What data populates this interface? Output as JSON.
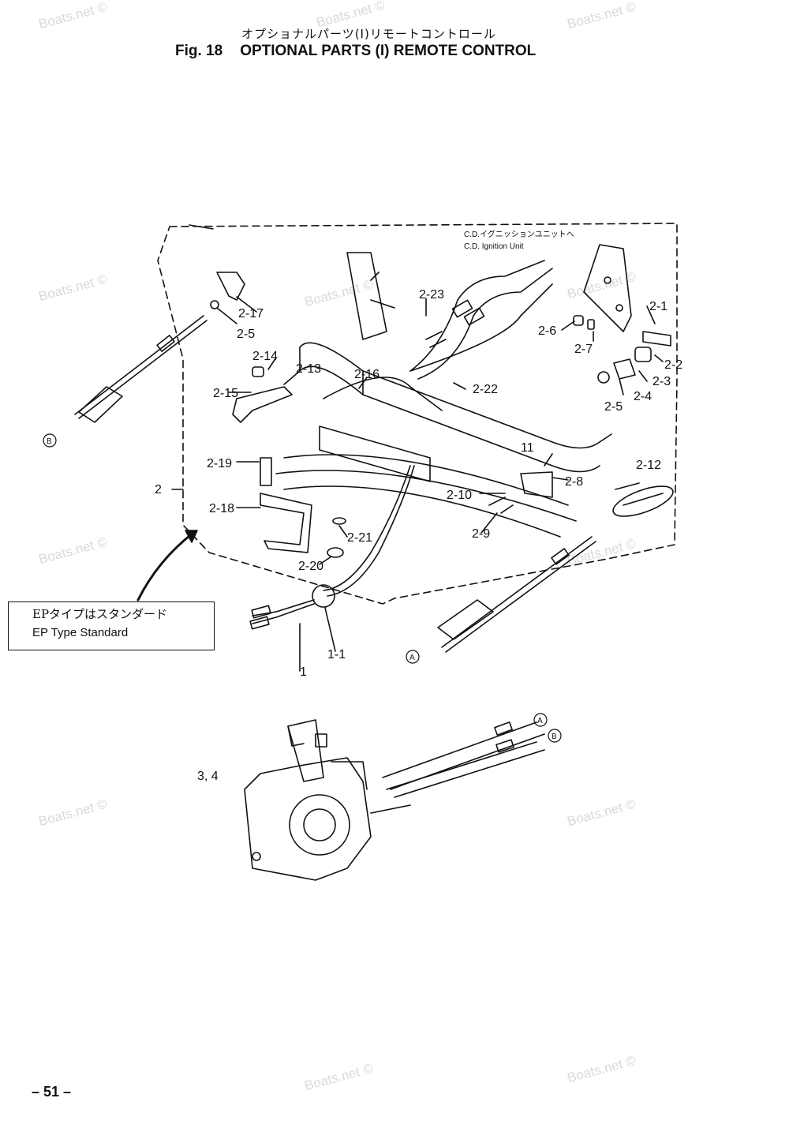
{
  "header": {
    "title_jp": "オプショナルパーツ(Ⅰ)リモートコントロール",
    "fig_label": "Fig. 18",
    "title_en": "OPTIONAL PARTS (I) REMOTE CONTROL"
  },
  "watermark": "Boats.net ©",
  "cdi_note": {
    "jp": "C.D.イグニッションユニットへ",
    "en": "C.D. Ignition Unit"
  },
  "ep_note": {
    "jp": "EPタイプはスタンダード",
    "en": "EP Type Standard"
  },
  "callouts": {
    "c2_23": "2-23",
    "c2_17": "2-17",
    "c2_5a": "2-5",
    "c2_1": "2-1",
    "c2_6": "2-6",
    "c2_7": "2-7",
    "c2_2": "2-2",
    "c2_14": "2-14",
    "c2_13": "2-13",
    "c2_16": "2-16",
    "c2_3": "2-3",
    "c2_22": "2-22",
    "c2_4": "2-4",
    "c2_15": "2-15",
    "c2_5b": "2-5",
    "c11": "11",
    "c2_12": "2-12",
    "c2_19": "2-19",
    "c2_8": "2-8",
    "c2": "2",
    "c2_10": "2-10",
    "c2_18": "2-18",
    "c2_9": "2-9",
    "c2_21": "2-21",
    "c2_20": "2-20",
    "c1_1": "1-1",
    "c1": "1",
    "c3_4": "3, 4"
  },
  "markers": {
    "a": "A",
    "b": "B"
  },
  "page_number": "– 51 –"
}
